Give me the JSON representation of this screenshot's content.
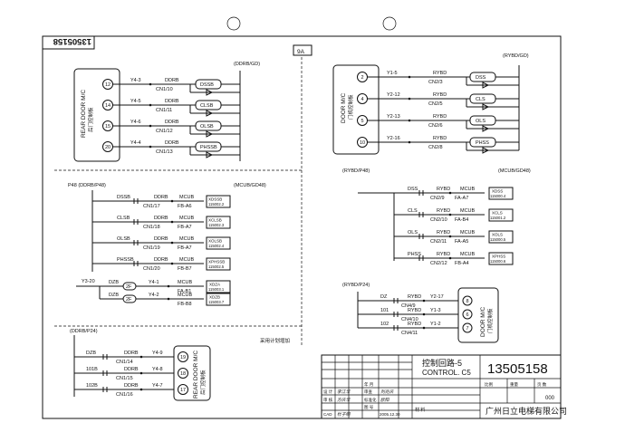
{
  "sheet": {
    "drawing_no_top": "13505158",
    "tag": "9A",
    "stamp": "13505158",
    "title_cn": "控制回路-5",
    "title_en": "CONTROL. C5",
    "company": "广州日立电梯有限公司",
    "material_label": "材 料",
    "date": "2005.12.30",
    "note": "采用计划增加",
    "tb_rows": [
      "设 计",
      "审 核",
      "CAD"
    ],
    "tb_cols": [
      "年 月",
      "审查",
      "标准化",
      "图 号"
    ],
    "tb_right": [
      "比例",
      "重量",
      "页 数"
    ],
    "sheet_no": "000",
    "signatures": [
      "李江华",
      "方庆华",
      "杜子明",
      "刘兆庆",
      "欧阳"
    ]
  },
  "rear_door_top": {
    "header": "(DDRB/GD)",
    "box_label": "REAR DOOR M/C",
    "box_sublabel": "后门控制板",
    "rows": [
      {
        "pin": "12",
        "wire": "Y4-3",
        "net": "DDRB",
        "conn": "CN1/10",
        "device": "DSSB"
      },
      {
        "pin": "14",
        "wire": "Y4-5",
        "net": "DDRB",
        "conn": "CN1/11",
        "device": "CLSB"
      },
      {
        "pin": "15",
        "wire": "Y4-6",
        "net": "DDRB",
        "conn": "CN1/12",
        "device": "OLSB"
      },
      {
        "pin": "20",
        "wire": "Y4-4",
        "net": "DDRB",
        "conn": "CN1/13",
        "device": "PHSSB"
      }
    ]
  },
  "front_door_top": {
    "header": "(RYBD/GD)",
    "box_label": "DOOR M/C",
    "box_sublabel": "门机控制板",
    "rows": [
      {
        "pin": "2",
        "wire": "Y1-5",
        "net": "RYBD",
        "conn": "CN2/3",
        "device": "DSS"
      },
      {
        "pin": "4",
        "wire": "Y2-12",
        "net": "RYBD",
        "conn": "CN2/5",
        "device": "CLS"
      },
      {
        "pin": "5",
        "wire": "Y2-13",
        "net": "RYBD",
        "conn": "CN2/6",
        "device": "OLS"
      },
      {
        "pin": "10",
        "wire": "Y2-16",
        "net": "RYBD",
        "conn": "CN2/8",
        "device": "PHSS"
      }
    ]
  },
  "rear_mid": {
    "header_left": "P48   (DDRB/P48)",
    "header_right": "(MCUB/GD48)",
    "rows": [
      {
        "sig": "DSSB",
        "net": "DDRB",
        "conn": "CN1/17",
        "mcu": "MCUB",
        "fb": "FB-A6",
        "code": "XDSSB",
        "code2": "115002.2"
      },
      {
        "sig": "CLSB",
        "net": "DDRB",
        "conn": "CN1/18",
        "mcu": "MCUB",
        "fb": "FB-A7",
        "code": "XCLSB",
        "code2": "115002.3"
      },
      {
        "sig": "OLSB",
        "net": "DDRB",
        "conn": "CN1/19",
        "mcu": "MCUB",
        "fb": "FB-A7",
        "code": "XOLSB",
        "code2": "115002.4"
      },
      {
        "sig": "PHSSB",
        "net": "DDRB",
        "conn": "CN1/20",
        "mcu": "MCUB",
        "fb": "FB-B7",
        "code": "XPHSSB",
        "code2": "115002.5"
      }
    ],
    "zone": {
      "wire": "Y3-20",
      "rows": [
        {
          "sig": "DZB",
          "dev": "2F",
          "wire": "Y4-1",
          "mcu": "MCUB",
          "fb": "FA-B1",
          "code": "XDZA",
          "code2": "115003.1"
        },
        {
          "sig": "DZB",
          "dev": "2F",
          "wire": "Y4-2",
          "mcu": "MCUB",
          "fb": "FB-B8",
          "code": "XDZB",
          "code2": "115003.7"
        }
      ]
    }
  },
  "front_mid": {
    "header_left": "(RYBD/P48)",
    "header_right": "(MCUB/GD48)",
    "rows": [
      {
        "sig": "DSS",
        "net": "RYBD",
        "conn": "CN2/9",
        "mcu": "MCUB",
        "fb": "FA-A7",
        "code": "XDSS",
        "code2": "115000.4"
      },
      {
        "sig": "CLS",
        "net": "RYBD",
        "conn": "CN2/10",
        "mcu": "MCUB",
        "fb": "FA-B4",
        "code": "XCLS",
        "code2": "115001.2"
      },
      {
        "sig": "OLS",
        "net": "RYBD",
        "conn": "CN2/11",
        "mcu": "MCUB",
        "fb": "FA-A5",
        "code": "XOLS",
        "code2": "115000.5"
      },
      {
        "sig": "PHSS",
        "net": "RYBD",
        "conn": "CN2/12",
        "mcu": "MCUB",
        "fb": "FB-A4",
        "code": "XPHSS",
        "code2": "115000.6"
      }
    ]
  },
  "front_bottom": {
    "header": "(RYBD/P24)",
    "box_label": "DOOR M/C",
    "box_sublabel": "门机控制板",
    "rows": [
      {
        "sig": "DZ",
        "net": "RYBD",
        "conn": "CN4/9",
        "wire": "Y2-17",
        "pin": "8"
      },
      {
        "sig": "101",
        "net": "RYBD",
        "conn": "CN4/10",
        "wire": "Y1-3",
        "pin": "6"
      },
      {
        "sig": "102",
        "net": "RYBD",
        "conn": "CN4/11",
        "wire": "Y1-2",
        "pin": "7"
      }
    ]
  },
  "rear_bottom": {
    "header": "(DDRB/P24)",
    "box_label": "REAR DOOR M/C",
    "box_sublabel": "后门控制板",
    "rows": [
      {
        "sig": "DZB",
        "net": "DDRB",
        "conn": "CN1/14",
        "wire": "Y4-9",
        "pin": "19"
      },
      {
        "sig": "101B",
        "net": "DDRB",
        "conn": "CN1/15",
        "wire": "Y4-8",
        "pin": "18"
      },
      {
        "sig": "102B",
        "net": "DDRB",
        "conn": "CN1/16",
        "wire": "Y4-7",
        "pin": "17"
      }
    ]
  }
}
